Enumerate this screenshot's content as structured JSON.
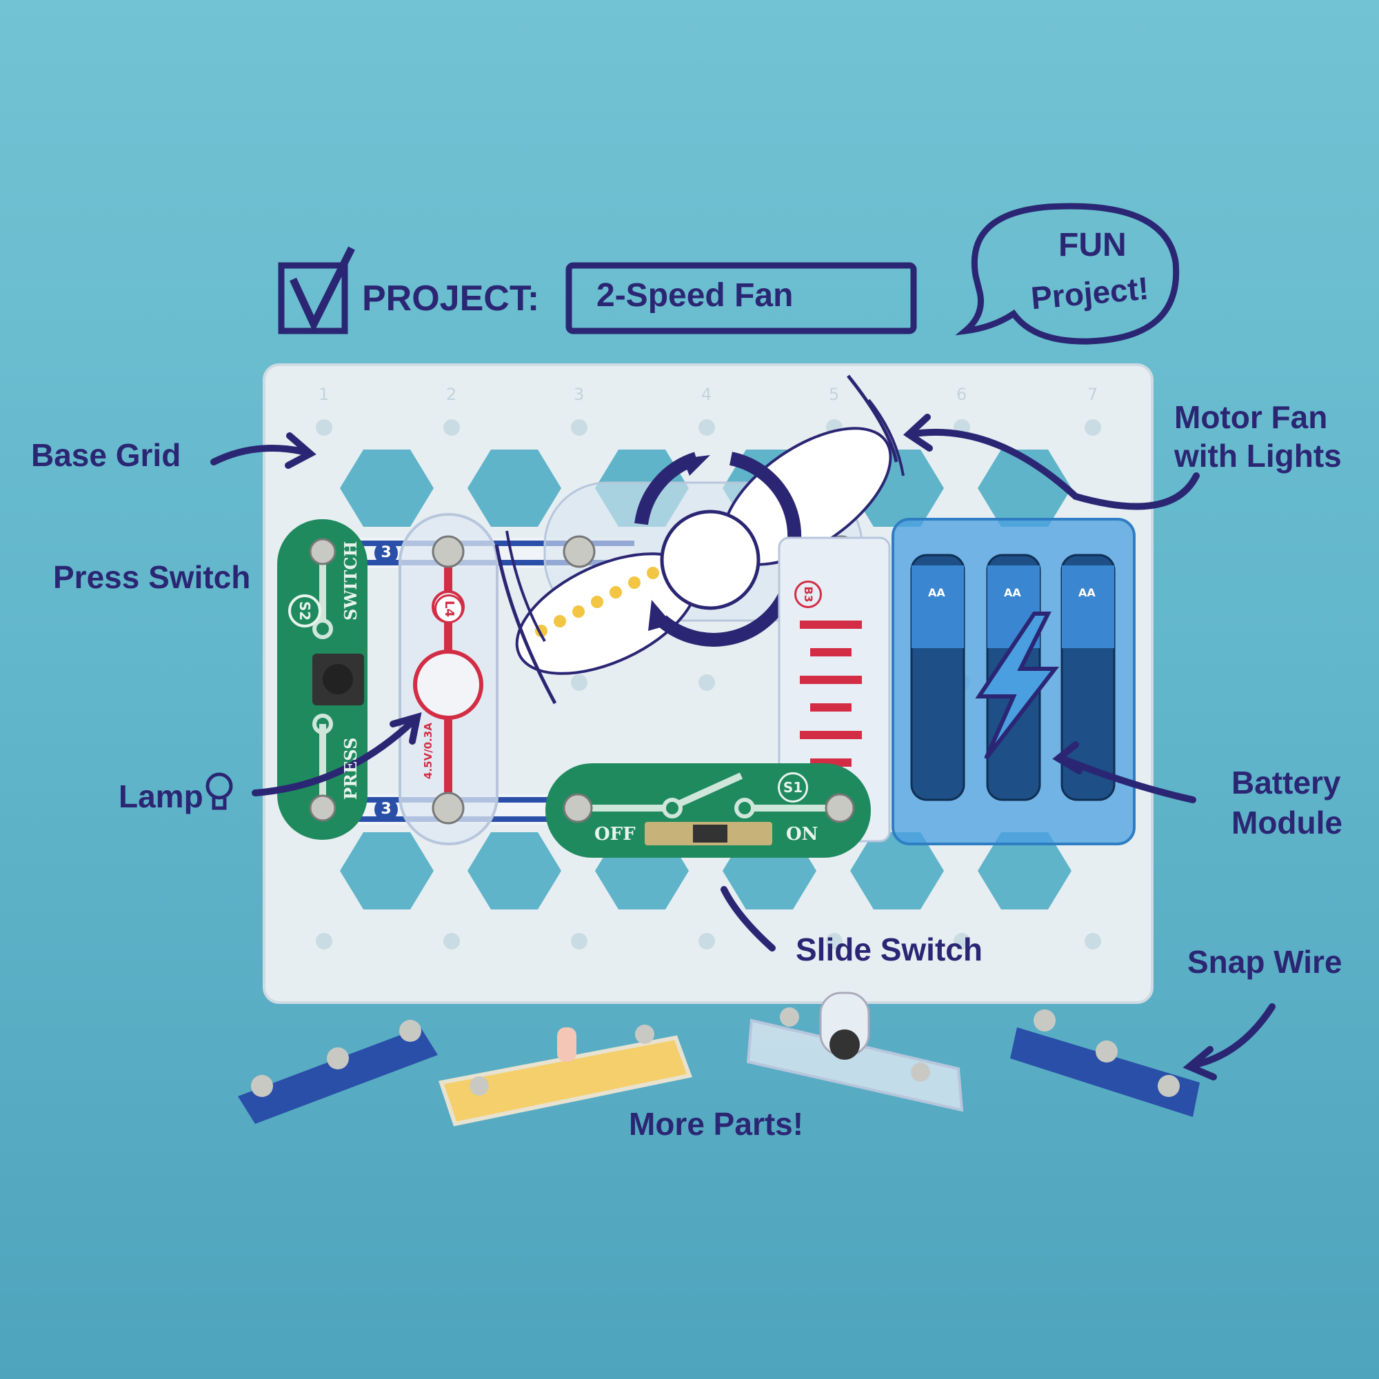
{
  "header": {
    "checkbox_icon": "checkmark-box-icon",
    "project_label": "PROJECT:",
    "project_name": "2-Speed Fan",
    "bubble_line1": "FUN",
    "bubble_line2": "Project!"
  },
  "callouts": {
    "base_grid": "Base Grid",
    "press_switch": "Press Switch",
    "lamp": "Lamp",
    "motor_fan_line1": "Motor Fan",
    "motor_fan_line2": "with Lights",
    "battery_line1": "Battery",
    "battery_line2": "Module",
    "slide_switch": "Slide Switch",
    "snap_wire": "Snap Wire",
    "more_parts": "More Parts!"
  },
  "board": {
    "column_numbers": [
      "1",
      "2",
      "3",
      "4",
      "5",
      "6",
      "7"
    ],
    "press_switch": {
      "id": "S2",
      "text_top": "SWITCH",
      "text_bottom": "PRESS"
    },
    "lamp": {
      "id": "L4",
      "rating": "4.5V/0.3A"
    },
    "snap_wire_labels": [
      "3",
      "3"
    ],
    "slide_switch": {
      "id": "S1",
      "off": "OFF",
      "on": "ON"
    },
    "battery": {
      "id": "B3",
      "cell_label": "AA"
    }
  },
  "colors": {
    "ink": "#2b2673",
    "background": "#62b6cb",
    "pcb_green": "#1f8a5e",
    "battery_blue": "#4a9fe0",
    "wire_blue": "#2a4fa8"
  }
}
